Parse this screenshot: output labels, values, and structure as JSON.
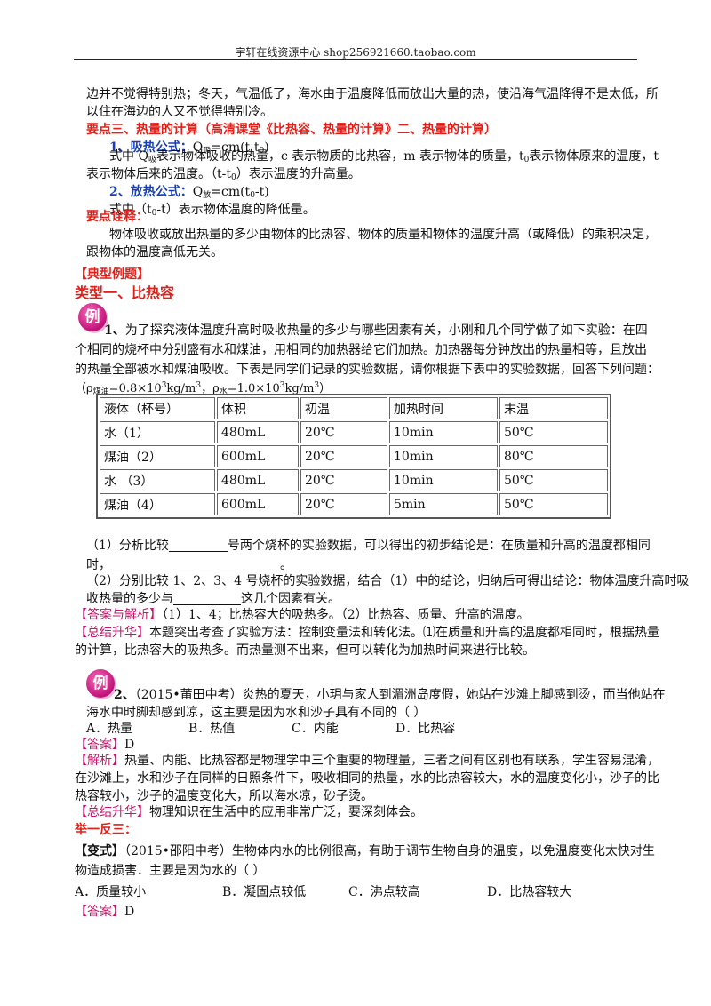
{
  "header": {
    "text": "宇轩在线资源中心  shop256921660.taobao.com"
  },
  "intro": {
    "line1": "边并不觉得特别热；冬天，气温低了，海水由于温度降低而放出大量的热，使沿海气温降得不是太低，所",
    "line2": "以住在海边的人又不觉得特别冷。"
  },
  "section3": {
    "title": "要点三、热量的计算（高清课堂《比热容、热量的计算》二、热量的计算）"
  },
  "absorb": {
    "label": "1、吸热公式：",
    "q": "Q",
    "q_sub": "吸",
    "formula_rest": "=cm(t-t",
    "formula_sub0": "0",
    "formula_end": ")",
    "desc1_a": "式中 Q",
    "desc1_sub": "吸",
    "desc1_b": "表示物体吸收的热量，c 表示物质的比热容，m 表示物体的质量，t",
    "desc1_sub0": "0",
    "desc1_c": "表示物体原来的温度，t",
    "desc2_a": "表示物体后来的温度。（t-t",
    "desc2_sub0": "0",
    "desc2_b": "）表示温度的升高量。"
  },
  "release": {
    "label": "2、放热公式：",
    "q": "Q",
    "q_sub": "放",
    "formula_rest": "=cm(t",
    "formula_sub0": "0",
    "formula_end": "-t)",
    "desc_a": "式中（t",
    "desc_sub0": "0",
    "desc_b": "-t）表示物体温度的降低量。"
  },
  "explain": {
    "title": "要点诠释：",
    "line1": "物体吸收或放出热量的多少由物体的比热容、物体的质量和物体的温度升高（或降低）的乘积决定，",
    "line2": "跟物体的温度高低无关。"
  },
  "examples": {
    "title": "【典型例题】",
    "type1": "类型一、比热容",
    "badge": "例"
  },
  "q1": {
    "num": "1、",
    "line1": "为了探究液体温度升高时吸收热量的多少与哪些因素有关，小刚和几个同学做了如下实验：在四",
    "line2": "个相同的烧杯中分别盛有水和煤油，用相同的加热器给它们加热。加热器每分钟放出的热量相等，且放出",
    "line3": "的热量全部被水和煤油吸收。下表是同学们记录的实验数据，请你根据下表中的实验数据，回答下列问题：",
    "density_a": "（ρ",
    "density_sub1": "煤油",
    "density_b": "=0.8×10",
    "density_sup1": "3",
    "density_c": "kg/m",
    "density_sup2": "3",
    "density_d": "，ρ",
    "density_sub2": "水",
    "density_e": "=1.0×10",
    "density_sup3": "3",
    "density_f": "kg/m",
    "density_sup4": "3",
    "density_g": "）",
    "table": {
      "headers": [
        "液体（杯号）",
        "体积",
        "初温",
        "加热时间",
        "末温"
      ],
      "rows": [
        [
          "水（1）",
          "480mL",
          "20℃",
          "10min",
          "50℃"
        ],
        [
          "煤油（2）",
          "600mL",
          "20℃",
          "10min",
          "80℃"
        ],
        [
          "水  （3）",
          "480mL",
          "20℃",
          "10min",
          "50℃"
        ],
        [
          "煤油（4）",
          "600mL",
          "20℃",
          "5min",
          "50℃"
        ]
      ]
    },
    "sub1_a": "（1）分析比较",
    "sub1_b": "号两个烧杯的实验数据，可以得出的初步结论是：在质量和升高的温度都相同",
    "sub1_c": "时，",
    "sub1_d": "。",
    "sub2_a": "（2）分别比较 1、2、3、4 号烧杯的实验数据，结合（1）中的结论，归纳后可得出结论：物体温度升高时吸",
    "sub2_b": "收热量的多少与",
    "sub2_c": "这几个因素有关。",
    "answer_label": "【答案与解析】",
    "answer": "（1）1、4；比热容大的吸热多。（2）比热容、质量、升高的温度。",
    "summary_label": "【总结升华】",
    "summary_1": "本题突出考查了实验方法：控制变量法和转化法。⑴在质量和升高的温度都相同时，根据热量",
    "summary_2": "的计算，比热容大的吸热多。而热量测不出来，但可以转化为加热时间来进行比较。"
  },
  "q2": {
    "num": "2、",
    "line1": "（2015•莆田中考）炎热的夏天，小玥与家人到湄洲岛度假，她站在沙滩上脚感到烫，而当他站在",
    "line2": "海水中时脚却感到凉，这主要是因为水和沙子具有不同的（      ）",
    "options": [
      "A．热量",
      "B．热值",
      "C．内能",
      "D．比热容"
    ],
    "answer_label": "【答案】",
    "answer": "D",
    "analysis_label": "【解析】",
    "analysis_1": "热量、内能、比热容都是物理学中三个重要的物理量，三者之间有区别也有联系，学生容易混淆，",
    "analysis_2": "在沙滩上，水和沙子在同样的日照条件下，吸收相同的热量，水的比热容较大，水的温度变化小，沙子的比",
    "analysis_3": "热容较小，沙子的温度变化大，所以海水凉，砂子烫。",
    "summary_label": "【总结升华】",
    "summary": "物理知识在生活中的应用非常广泛，要深刻体会。"
  },
  "variant": {
    "title": "举一反三：",
    "label": "【变式】",
    "line1": "（2015•邵阳中考）生物体内水的比例很高，有助于调节生物自身的温度，以免温度变化太快对生",
    "line2": "物造成损害．主要是因为水的（      ）",
    "options": [
      "A．质量较小",
      "B．凝固点较低",
      "C．沸点较高",
      "D．比热容较大"
    ],
    "answer_label": "【答案】",
    "answer": "D"
  }
}
